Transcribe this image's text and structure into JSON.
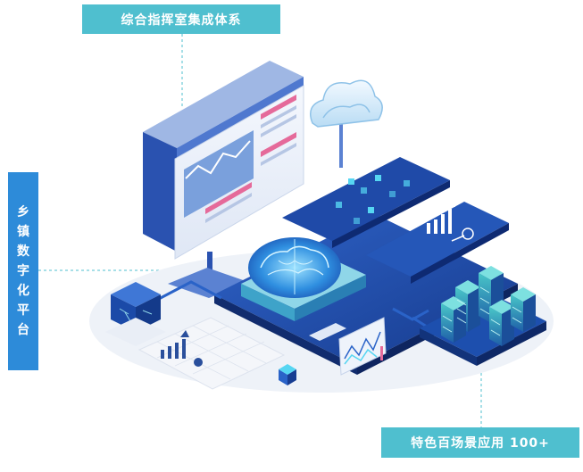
{
  "labels": {
    "top": "综合指挥室集成体系",
    "left": "乡镇数字化平台",
    "bottom": "特色百场景应用 100+"
  },
  "icons": [
    "monitor-window-icon",
    "cloud-icon",
    "ai-brain-chip-icon",
    "server-rack-icon",
    "data-cube-icon",
    "bar-chart-panel-icon",
    "analytics-tile-icon",
    "line-chart-card-icon"
  ],
  "colors": {
    "label_cyan": "#4fbfcf",
    "label_blue": "#2d8bd9",
    "platform_dark": "#173d92",
    "platform_mid": "#2a5fc4",
    "accent_cyan": "#56d6f2",
    "accent_pink": "#e56a9a"
  }
}
